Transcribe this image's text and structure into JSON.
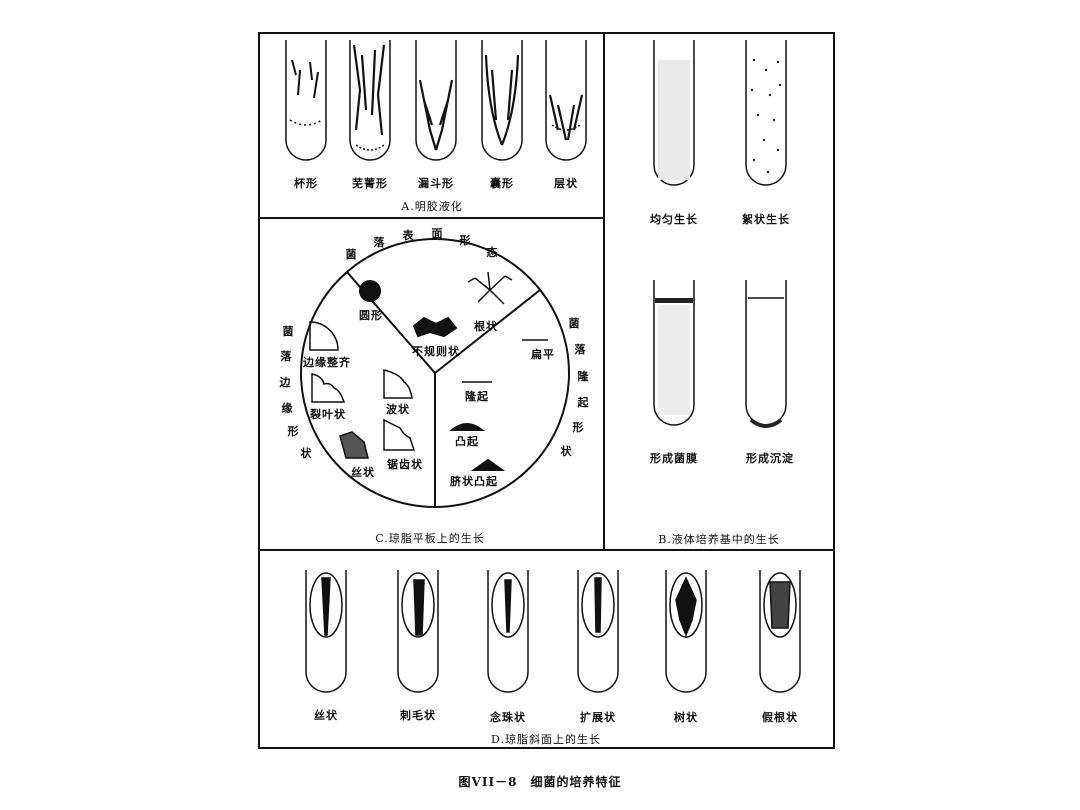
{
  "panel_a": {
    "caption": "A.明胶液化",
    "tubes": [
      {
        "label": "杯形"
      },
      {
        "label": "芜菁形"
      },
      {
        "label": "漏斗形"
      },
      {
        "label": "囊形"
      },
      {
        "label": "层状"
      }
    ]
  },
  "panel_b": {
    "caption": "B.液体培养基中的生长",
    "tubes": [
      {
        "label": "均匀生长"
      },
      {
        "label": "絮状生长"
      },
      {
        "label": "形成菌膜"
      },
      {
        "label": "形成沉淀"
      }
    ]
  },
  "panel_c": {
    "caption": "C.琼脂平板上的生长",
    "arc_top": [
      "菌",
      "落",
      "表",
      "面",
      "形",
      "态"
    ],
    "arc_left": [
      "菌",
      "落",
      "边",
      "缘",
      "形",
      "状"
    ],
    "arc_right": [
      "菌",
      "落",
      "隆",
      "起",
      "形",
      "状"
    ],
    "shape_labels": {
      "circular": "圆形",
      "rhizoid": "根状",
      "irregular": "不规则状",
      "entire": "边缘整齐",
      "lobate": "裂叶状",
      "undulate": "波状",
      "filamentous": "丝状",
      "serrate": "锯齿状",
      "flat": "扁平",
      "raised": "隆起",
      "convex": "凸起",
      "umbonate": "脐状凸起"
    }
  },
  "panel_d": {
    "caption": "D.琼脂斜面上的生长",
    "tubes": [
      {
        "label": "丝状"
      },
      {
        "label": "刺毛状"
      },
      {
        "label": "念珠状"
      },
      {
        "label": "扩展状"
      },
      {
        "label": "树状"
      },
      {
        "label": "假根状"
      }
    ]
  },
  "figure_caption": "图VII－8　细菌的培养特征"
}
